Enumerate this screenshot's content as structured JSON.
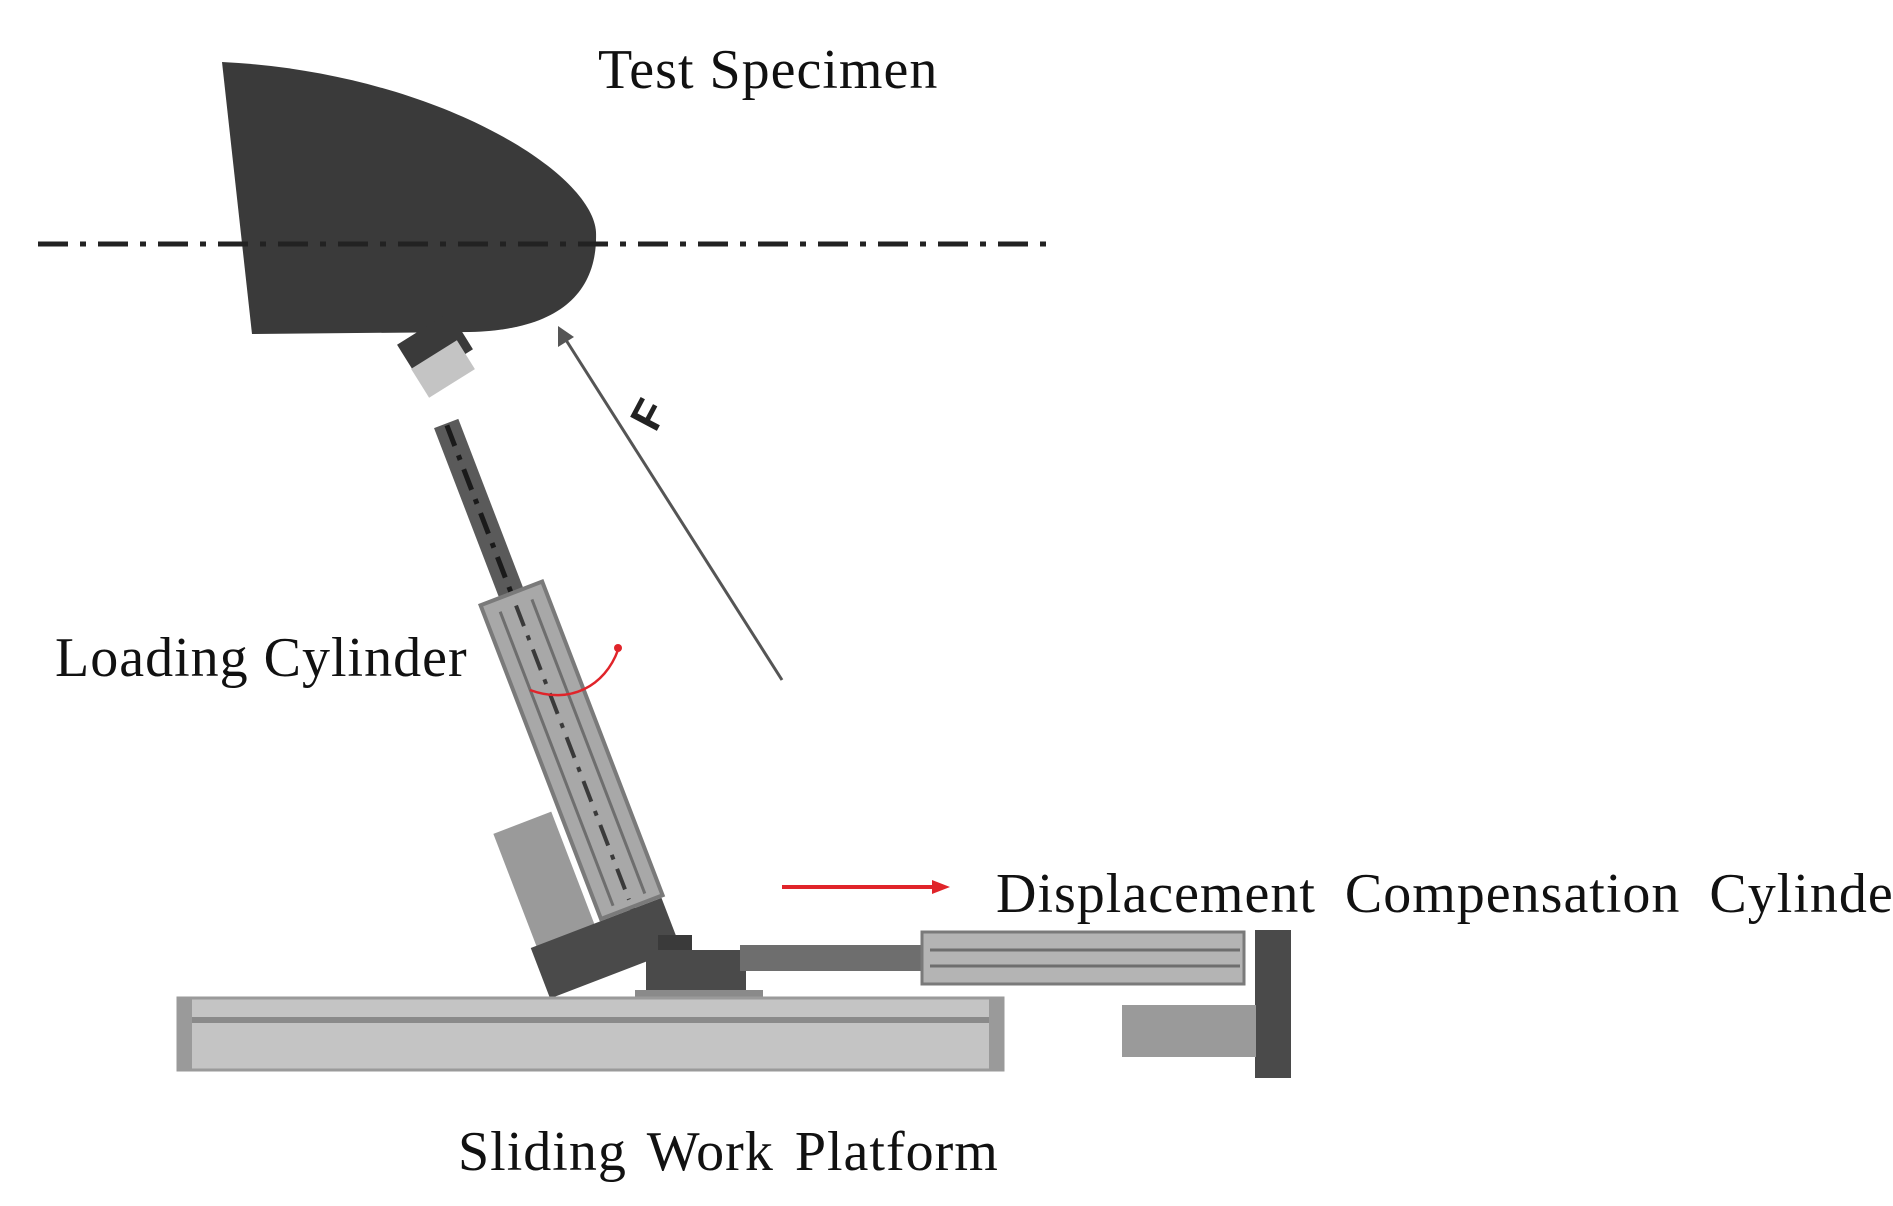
{
  "labels": {
    "test_specimen": "Test Specimen",
    "loading_cylinder": "Loading Cylinder",
    "displacement_cylinder": "Displacement Compensation Cylinder",
    "sliding_platform": "Sliding Work Platform",
    "force": "F"
  },
  "colors": {
    "specimen": "#3a3a3a",
    "dark_part": "#4a4a4a",
    "mid_gray": "#9a9a9a",
    "light_gray": "#c4c4c4",
    "arrow_red": "#e0242a",
    "axis": "#222222"
  }
}
